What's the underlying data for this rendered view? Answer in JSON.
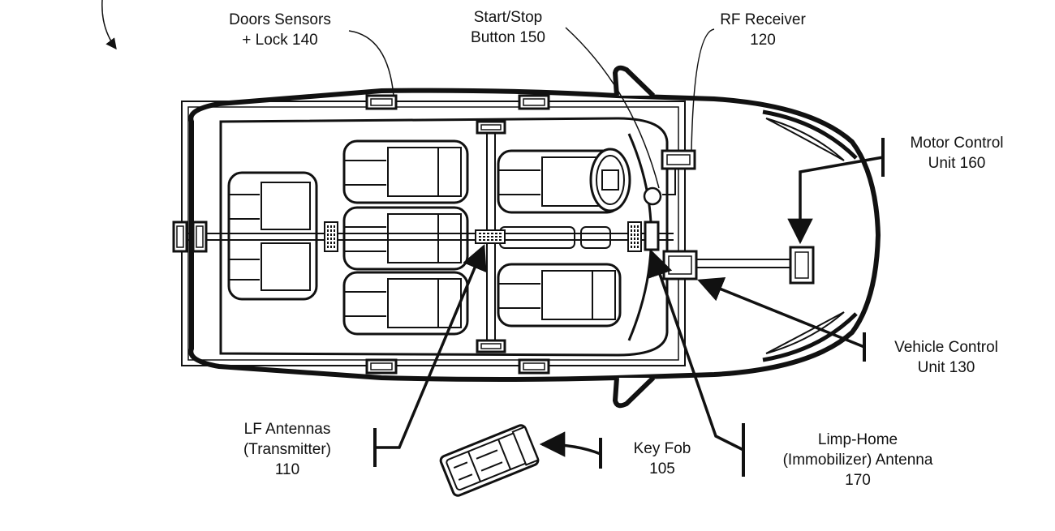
{
  "figure": {
    "labels": {
      "doors_line1": "Doors Sensors",
      "doors_line2": "+ Lock 140",
      "start_line1": "Start/Stop",
      "start_line2": "Button 150",
      "rf_line1": "RF Receiver",
      "rf_line2": "120",
      "mcu_line1": "Motor Control",
      "mcu_line2": "Unit 160",
      "vcu_line1": "Vehicle Control",
      "vcu_line2": "Unit 130",
      "lf_line1": "LF Antennas",
      "lf_line2": "(Transmitter)",
      "lf_line3": "110",
      "fob_line1": "Key Fob",
      "fob_line2": "105",
      "limp_line1": "Limp-Home",
      "limp_line2": "(Immobilizer) Antenna",
      "limp_line3": "170"
    },
    "colors": {
      "ink": "#111111",
      "paper": "#ffffff"
    }
  }
}
